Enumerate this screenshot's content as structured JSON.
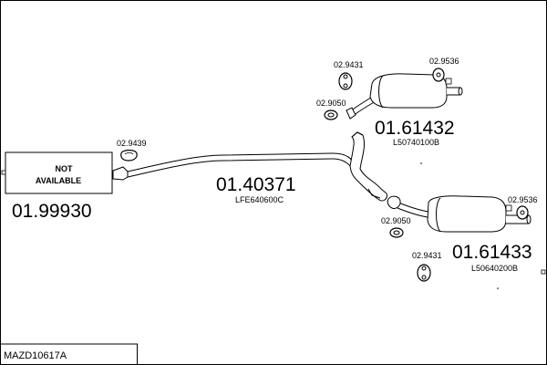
{
  "not_available_part": {
    "label_line1": "NOT",
    "label_line2": "AVAILABLE",
    "number": "01.99930"
  },
  "middle_pipe": {
    "number": "01.40371",
    "oem": "LFE640600C",
    "clamp_ref": "02.9439"
  },
  "upper_silencer": {
    "number": "01.61432",
    "oem": "L50740100B",
    "ref_hanger_top": "02.9431",
    "ref_hanger_right": "02.9536",
    "ref_hanger_front": "02.9050"
  },
  "lower_silencer": {
    "number": "01.61433",
    "oem": "L50640200B",
    "ref_hanger_right": "02.9536",
    "ref_hanger_front": "02.9050",
    "ref_hanger_bottom": "02.9431"
  },
  "footer": {
    "model_code": "MAZD10617A"
  },
  "colors": {
    "line": "#000000",
    "background": "#ffffff",
    "fill": "#ffffff"
  }
}
